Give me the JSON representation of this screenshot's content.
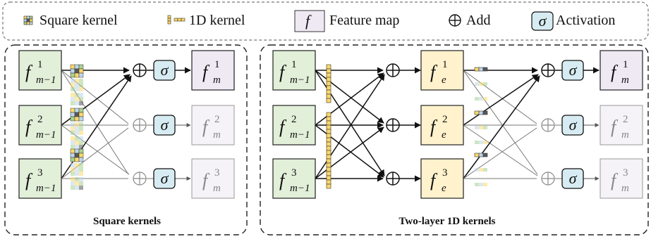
{
  "legend": {
    "square_kernel": "Square kernel",
    "kernel_1d": "1D kernel",
    "feature_map_symbol": "f",
    "feature_map": "Feature map",
    "add": "Add",
    "activation_symbol": "σ",
    "activation": "Activation"
  },
  "left_panel": {
    "caption": "Square kernels",
    "inputs": [
      {
        "base": "f",
        "sup": "1",
        "sub": "m−1"
      },
      {
        "base": "f",
        "sup": "2",
        "sub": "m−1"
      },
      {
        "base": "f",
        "sup": "3",
        "sub": "m−1"
      }
    ],
    "outputs": [
      {
        "base": "f",
        "sup": "1",
        "sub": "m",
        "emphasized": true
      },
      {
        "base": "f",
        "sup": "2",
        "sub": "m",
        "emphasized": false
      },
      {
        "base": "f",
        "sup": "3",
        "sub": "m",
        "emphasized": false
      }
    ]
  },
  "right_panel": {
    "caption": "Two-layer 1D kernels",
    "inputs": [
      {
        "base": "f",
        "sup": "1",
        "sub": "m−1"
      },
      {
        "base": "f",
        "sup": "2",
        "sub": "m−1"
      },
      {
        "base": "f",
        "sup": "3",
        "sub": "m−1"
      }
    ],
    "intermediate": [
      {
        "base": "f",
        "sup": "1",
        "sub": "e"
      },
      {
        "base": "f",
        "sup": "2",
        "sub": "e"
      },
      {
        "base": "f",
        "sup": "3",
        "sub": "e"
      }
    ],
    "outputs": [
      {
        "base": "f",
        "sup": "1",
        "sub": "m",
        "emphasized": true
      },
      {
        "base": "f",
        "sup": "2",
        "sub": "m",
        "emphasized": false
      },
      {
        "base": "f",
        "sup": "3",
        "sub": "m",
        "emphasized": false
      }
    ]
  },
  "colors": {
    "input_fill": "#e2efd9",
    "intermediate_fill": "#fff2cc",
    "output_fill": "#efe9f4",
    "activation_fill": "#d7ecf2",
    "kernel_yellow": "#ffd966",
    "kernel_blue": "#bdd7ee",
    "kernel_green": "#a9d18e",
    "kernel_dark": "#595959"
  }
}
